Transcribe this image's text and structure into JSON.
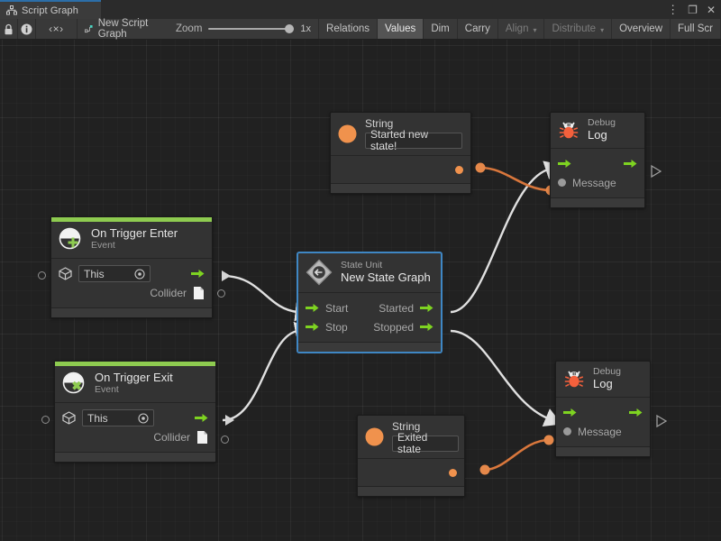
{
  "window": {
    "tab_label": "Script Graph",
    "tab_icon": "script-graph-icon",
    "controls": {
      "menu": "⋮",
      "maximize": "❐",
      "close": "✕"
    }
  },
  "toolbar": {
    "lock_icon": "lock-icon",
    "info_icon": "info-icon",
    "code_label": "‹×›",
    "graph_name": "New Script Graph",
    "graph_icon": "graph-node-icon",
    "zoom_label": "Zoom",
    "zoom_value": "1x",
    "buttons": [
      {
        "label": "Relations",
        "state": "normal"
      },
      {
        "label": "Values",
        "state": "selected"
      },
      {
        "label": "Dim",
        "state": "normal"
      },
      {
        "label": "Carry",
        "state": "normal"
      },
      {
        "label": "Align",
        "state": "dimmed",
        "caret": "▾"
      },
      {
        "label": "Distribute",
        "state": "dimmed",
        "caret": "▾"
      },
      {
        "label": "Overview",
        "state": "normal"
      },
      {
        "label": "Full Scr",
        "state": "normal"
      }
    ]
  },
  "colors": {
    "canvas_bg": "#212121",
    "node_bg": "#333333",
    "event_accent": "#8ecb50",
    "flow_port": "#7ed321",
    "value_port": "#f0924d",
    "selection": "#3f87c4",
    "flow_edge": "#e8e8e8",
    "value_edge": "#d9773c"
  },
  "nodes": {
    "string_top": {
      "title": "String",
      "icon": "string-value-icon",
      "value": "Started new state!",
      "output_port": "value-output-port"
    },
    "string_bottom": {
      "title": "String",
      "icon": "string-value-icon",
      "value": "Exited state",
      "output_port": "value-output-port"
    },
    "debug_log_top": {
      "subtitle": "Debug",
      "title": "Log",
      "icon": "bug-icon",
      "input_flow": "enter",
      "output_flow": "exit",
      "message_label": "Message"
    },
    "debug_log_bottom": {
      "subtitle": "Debug",
      "title": "Log",
      "icon": "bug-icon",
      "input_flow": "enter",
      "output_flow": "exit",
      "message_label": "Message"
    },
    "on_trigger_enter": {
      "title": "On Trigger Enter",
      "subtitle": "Event",
      "icon": "event-plus-icon",
      "target_value": "This",
      "target_icon": "game-object-icon",
      "collider_label": "Collider",
      "collider_icon": "collider-file-icon"
    },
    "on_trigger_exit": {
      "title": "On Trigger Exit",
      "subtitle": "Event",
      "icon": "event-cross-icon",
      "target_value": "This",
      "target_icon": "game-object-icon",
      "collider_label": "Collider",
      "collider_icon": "collider-file-icon"
    },
    "state_unit": {
      "subtitle": "State Unit",
      "title": "New State Graph",
      "icon": "state-unit-icon",
      "selected": true,
      "inputs": [
        "Start",
        "Stop"
      ],
      "outputs": [
        "Started",
        "Stopped"
      ]
    }
  }
}
